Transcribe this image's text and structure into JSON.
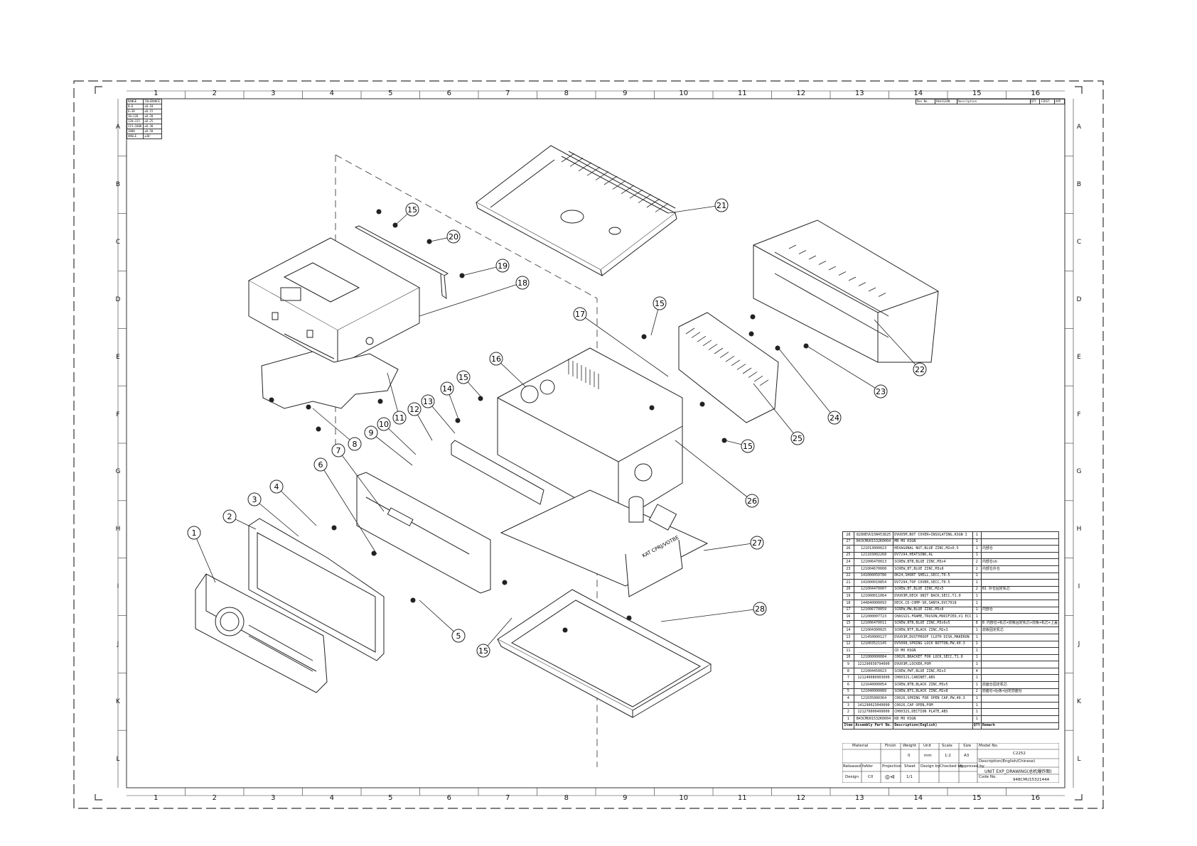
{
  "frame": {
    "columns": [
      "1",
      "2",
      "3",
      "4",
      "5",
      "6",
      "7",
      "8",
      "9",
      "10",
      "11",
      "12",
      "13",
      "14",
      "15",
      "16"
    ],
    "rows": [
      "A",
      "B",
      "C",
      "D",
      "E",
      "F",
      "G",
      "H",
      "I",
      "J",
      "K",
      "L"
    ]
  },
  "tolerance_table": {
    "headers": [
      "RANGE",
      "TOLERANCE"
    ],
    "rows": [
      [
        "0~6",
        "±0.10"
      ],
      [
        "6~30",
        "±0.15"
      ],
      [
        "30~120",
        "±0.20"
      ],
      [
        "120~315",
        "±0.25"
      ],
      [
        "315~1000",
        "±0.30"
      ],
      [
        "1000",
        "±0.50"
      ],
      [
        "ANGLE",
        "±30'"
      ]
    ]
  },
  "revision_table": {
    "headers": [
      "Rev No.",
      "REVISION",
      "Description",
      "QTY",
      "FIRST",
      "APP"
    ]
  },
  "callouts": [
    "1",
    "2",
    "3",
    "4",
    "5",
    "6",
    "7",
    "8",
    "9",
    "10",
    "11",
    "12",
    "13",
    "14",
    "15",
    "16",
    "17",
    "18",
    "19",
    "20",
    "21",
    "22",
    "23",
    "24",
    "25",
    "26",
    "27",
    "28"
  ],
  "pcb_label": "KAT CPRJ/VOTBE",
  "bom": [
    {
      "item": "28",
      "part": "8280EVU15N453825",
      "desc": "DVU05M,BOT COVER+INSULATING,KSGN I",
      "qty": "1",
      "remark": ""
    },
    {
      "item": "27",
      "part": "B43CMU01532K0004",
      "desc": "MB MO KSGN",
      "qty": "1",
      "remark": ""
    },
    {
      "item": "26",
      "part": "121013000023",
      "desc": "HEXAGONAL NUT,BLUE ZINC,M2x0.5",
      "qty": "1",
      "remark": "内部仓"
    },
    {
      "item": "25",
      "part": "121103002268",
      "desc": "DV7294,HEATSINK,AL",
      "qty": "1",
      "remark": ""
    },
    {
      "item": "24",
      "part": "121006470013",
      "desc": "SCREW,BTB,BLUE ZINC,M3x4",
      "qty": "2",
      "remark": "内部仓vb"
    },
    {
      "item": "23",
      "part": "121004670008",
      "desc": "SCREW,BT,BLUE ZINC,M3x8",
      "qty": "2",
      "remark": "内部仓外仓"
    },
    {
      "item": "22",
      "part": "141000050786",
      "desc": "DK24,SHORT SHELL,SECC,T0.5",
      "qty": "1",
      "remark": ""
    },
    {
      "item": "21",
      "part": "141000010854",
      "desc": "DV7294,TOP COVER,SECC,T0.5",
      "qty": "1",
      "remark": ""
    },
    {
      "item": "20",
      "part": "121004470007",
      "desc": "SCREW,BT,BLUE ZINC,M2x5",
      "qty": "2",
      "remark": "B1 外仓固定机芯"
    },
    {
      "item": "19",
      "part": "121000011064",
      "desc": "DVU03M,DECK UNIT BACK,SECC,T1.0",
      "qty": "1",
      "remark": ""
    },
    {
      "item": "18",
      "part": "144840000093",
      "desc": "DECK,CD-COMP-SR,SANYA,DVC7018",
      "qty": "1",
      "remark": ""
    },
    {
      "item": "17",
      "part": "121006770059",
      "desc": "SCREW,MW,BLUE ZINC,M3x8",
      "qty": "1",
      "remark": "内部仓"
    },
    {
      "item": "16",
      "part": "121000007723",
      "desc": "CHASSIS,FRAME,TRUSON,MODIFIED,V1 ECC",
      "qty": "1",
      "remark": ""
    },
    {
      "item": "15",
      "part": "121006470011",
      "desc": "SCREW,BTB,BLUE ZINC,M3x6x5",
      "qty": "8",
      "remark": "B 内部仓+机芯+前板固定机芯+前板+机芯+上盖"
    },
    {
      "item": "14",
      "part": "121004300025",
      "desc": "SCREW,BTF,BLACK ZINC,M2x3",
      "qty": "1",
      "remark": "前板固定机芯"
    },
    {
      "item": "13",
      "part": "121450000127",
      "desc": "DVU03M,DUSTPROOF CLOTH DISK,MAKERON",
      "qty": "1",
      "remark": ""
    },
    {
      "item": "12",
      "part": "121003521145",
      "desc": "DV5008,SPRING LOCK BOTTON,PW,40.3",
      "qty": "1",
      "remark": ""
    },
    {
      "item": "11",
      "part": "_______________",
      "desc": "CD MO KSGN",
      "qty": "1",
      "remark": ""
    },
    {
      "item": "10",
      "part": "121000000084",
      "desc": "C0026,BRACKET FOR LOCK,SECC,T1.0",
      "qty": "1",
      "remark": ""
    },
    {
      "item": "9",
      "part": "121290030794000",
      "desc": "DVU03M,LOCKER,POM",
      "qty": "1",
      "remark": ""
    },
    {
      "item": "8",
      "part": "121004450023",
      "desc": "SCREW,PWT,BLUE ZINC,M2x3",
      "qty": "4",
      "remark": ""
    },
    {
      "item": "7",
      "part": "121240080903000",
      "desc": "CH0032S,CABINET,ABS",
      "qty": "1",
      "remark": ""
    },
    {
      "item": "6",
      "part": "121640000054",
      "desc": "SCREW,BTB,BLACK ZINC,M3x5",
      "qty": "1",
      "remark": "前面仓固定机芯"
    },
    {
      "item": "5",
      "part": "121040000089",
      "desc": "SCREW,BTS,BLACK ZINC,M2x8",
      "qty": "2",
      "remark": "前面仓+后板+固定前面仓"
    },
    {
      "item": "4",
      "part": "121035000364",
      "desc": "C0026,SPRING FOR OPEN CAP,PW,40.3",
      "qty": "1",
      "remark": ""
    },
    {
      "item": "3",
      "part": "141290023049000",
      "desc": "C0026,CAP OPEN,POM",
      "qty": "1",
      "remark": ""
    },
    {
      "item": "2",
      "part": "121270000499000",
      "desc": "CH0032S,DECTION PLATE,ABS",
      "qty": "1",
      "remark": ""
    },
    {
      "item": "1",
      "part": "B43CMU01532K0004",
      "desc": "KB MO KSGN",
      "qty": "1",
      "remark": ""
    }
  ],
  "bom_header": {
    "item": "Item",
    "part": "Assembly Part No.",
    "desc": "Description(English)",
    "qty": "QTY",
    "remark": "Remark"
  },
  "title_block": {
    "material": "Material",
    "finish": "Finish",
    "weight": "Weight",
    "unit": "Unit",
    "scale": "Scale",
    "size": "Size",
    "weight_val": "0",
    "unit_val": "mm",
    "scale_val": "1:2",
    "size_val": "A3",
    "model_no_label": "Model No.",
    "model_no": "C2252",
    "description_label": "Description(English/Chinese)",
    "description": "UNIT EXP_DRAWING(总机爆炸图)",
    "released_for": "Released for",
    "ver": "Ver",
    "projection": "Projection",
    "sheet": "Sheet",
    "design_by": "Design by",
    "checked_by": "Checked by",
    "approved_by": "Approved by",
    "code_no_label": "Code No.",
    "code_no": "948CMU1532144A",
    "design": "Design",
    "ver_val": "C0",
    "sheet_val": "1/1"
  }
}
